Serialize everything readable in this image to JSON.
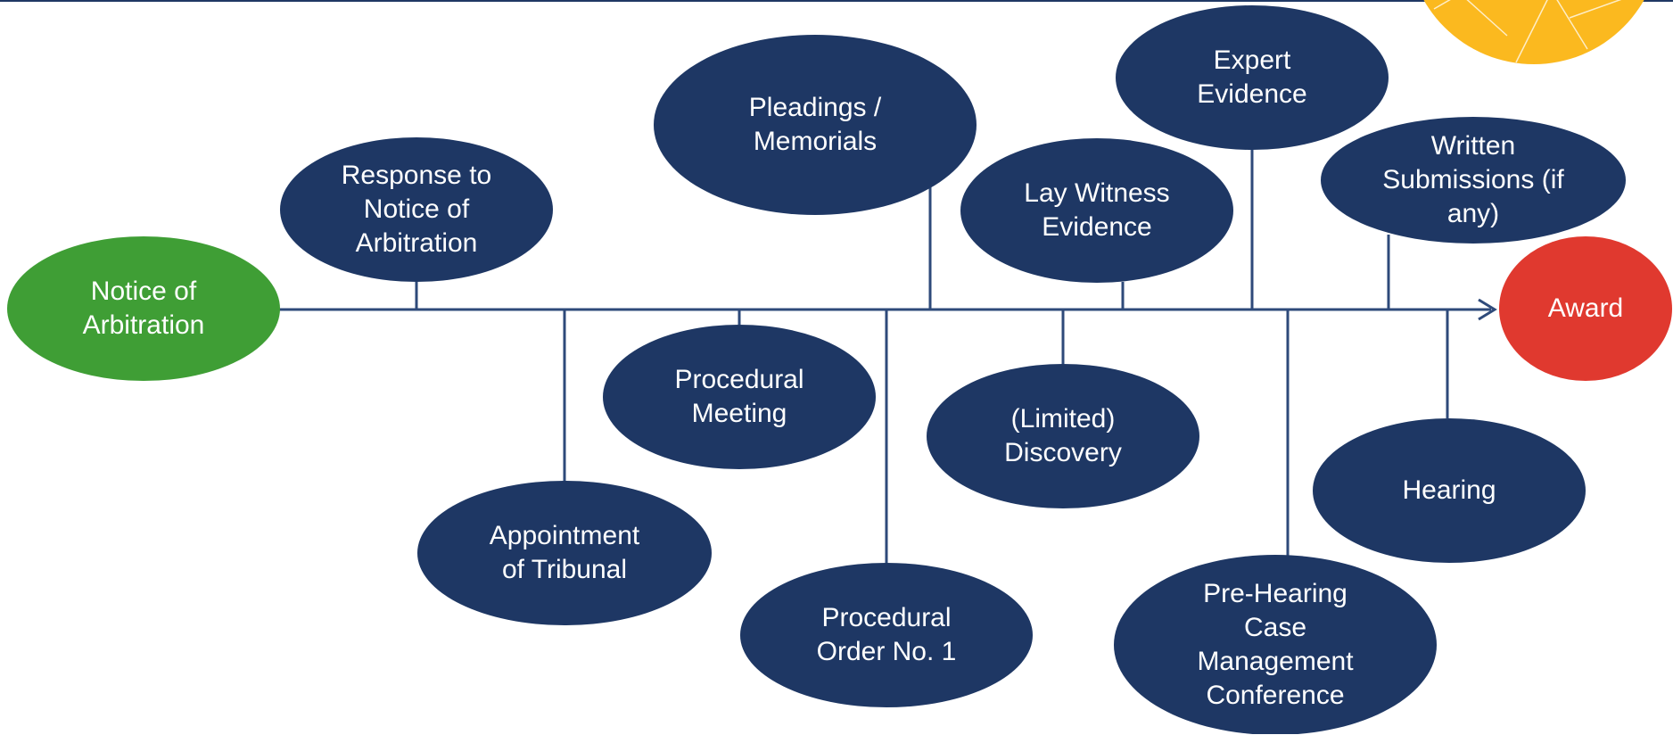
{
  "colors": {
    "node": "#1e3764",
    "start": "#3f9e35",
    "end": "#e0392f",
    "line": "#2e4a7a",
    "accent": "#fbb91f"
  },
  "nodes": {
    "notice_of_arbitration": "Notice of\nArbitration",
    "response_to_notice": "Response to\nNotice of\nArbitration",
    "appointment_of_tribunal": "Appointment\nof Tribunal",
    "procedural_meeting": "Procedural\nMeeting",
    "pleadings_memorials": "Pleadings /\nMemorials",
    "procedural_order_1": "Procedural\nOrder No. 1",
    "limited_discovery": "(Limited)\nDiscovery",
    "lay_witness_evidence": "Lay Witness\nEvidence",
    "expert_evidence": "Expert\nEvidence",
    "pre_hearing_cmc": "Pre-Hearing\nCase\nManagement\nConference",
    "written_submissions": "Written\nSubmissions (if\nany)",
    "hearing": "Hearing",
    "award": "Award"
  }
}
